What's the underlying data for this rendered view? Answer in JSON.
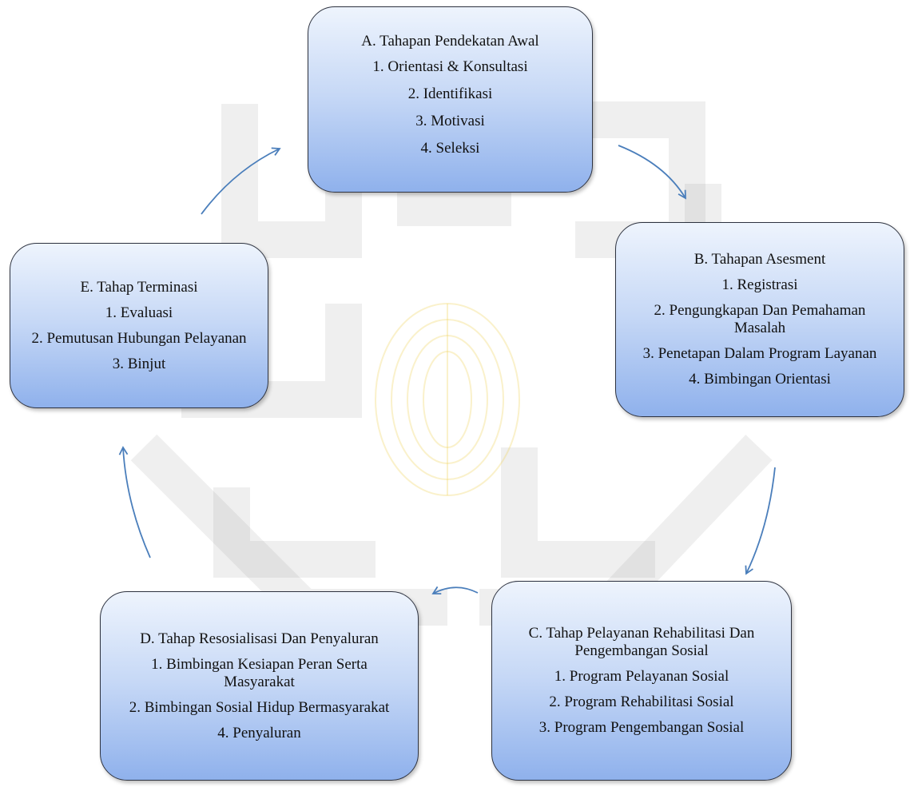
{
  "colors": {
    "box_border": "#2e3340",
    "box_gradient_top": "#eef4fd",
    "box_gradient_bottom": "#8fb1ec",
    "arrow": "#4a7ebb",
    "watermark": "#9a9a9a"
  },
  "stages": {
    "a": {
      "title": "A. Tahapan Pendekatan Awal",
      "items": [
        "1. Orientasi & Konsultasi",
        "2. Identifikasi",
        "3. Motivasi",
        "4. Seleksi"
      ]
    },
    "b": {
      "title": "B. Tahapan Asesment",
      "items": [
        "1. Registrasi",
        "2. Pengungkapan Dan Pemahaman Masalah",
        "3. Penetapan Dalam Program Layanan",
        "4. Bimbingan Orientasi"
      ]
    },
    "c": {
      "title": "C. Tahap Pelayanan Rehabilitasi Dan Pengembangan Sosial",
      "items": [
        "1. Program Pelayanan Sosial",
        "2. Program Rehabilitasi Sosial",
        "3. Program Pengembangan Sosial"
      ]
    },
    "d": {
      "title": "D. Tahap Resosialisasi Dan Penyaluran",
      "items": [
        "1. Bimbingan Kesiapan Peran Serta Masyarakat",
        "2. Bimbingan Sosial Hidup Bermasyarakat",
        "4. Penyaluran"
      ]
    },
    "e": {
      "title": "E. Tahap Terminasi",
      "items": [
        "1. Evaluasi",
        "2. Pemutusan Hubungan Pelayanan",
        "3. Binjut"
      ]
    }
  },
  "arrows": [
    "a-to-b",
    "b-to-c",
    "c-to-d",
    "d-to-e",
    "e-to-a"
  ]
}
